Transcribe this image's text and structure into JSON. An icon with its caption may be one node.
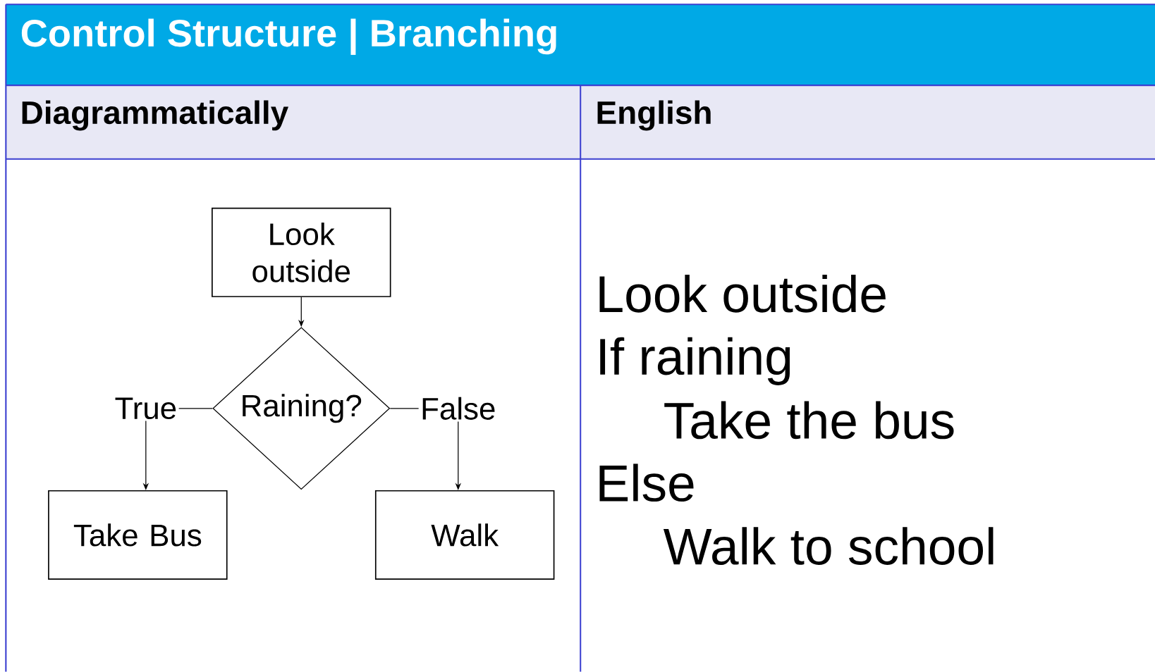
{
  "diagram": {
    "title": "Control Structure | Branching",
    "nodes": [
      {
        "text": [
          "Look outside"
        ]
      },
      {
        "text": [
          "Raining?"
        ]
      },
      {
        "text": [
          "True"
        ]
      },
      {
        "text": [
          "False"
        ]
      },
      {
        "text": [
          "Take Bus"
        ]
      },
      {
        "text": [
          "Walk"
        ]
      }
    ],
    "edges": [
      {
        "from": 0,
        "to": 1,
        "arrow": "to"
      },
      {
        "from": 1,
        "to": 2,
        "arrow": "none"
      },
      {
        "from": 2,
        "to": 4,
        "arrow": "to"
      },
      {
        "from": 1,
        "to": 3,
        "arrow": "none"
      },
      {
        "from": 3,
        "to": 5,
        "arrow": "to"
      }
    ],
    "labels": [
      "Diagrammatically",
      "English",
      "Look outside",
      "If raining",
      "Take the bus",
      "Else",
      "Walk to school"
    ]
  }
}
